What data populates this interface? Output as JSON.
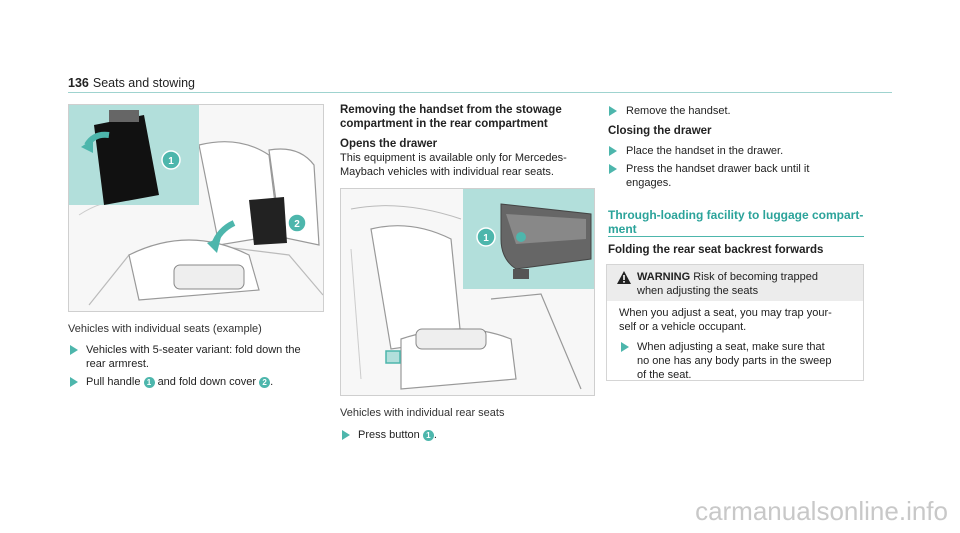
{
  "header": {
    "page": "136",
    "title": "Seats and stowing"
  },
  "col1": {
    "figure_callouts": [
      "1",
      "2"
    ],
    "caption": "Vehicles with individual seats (example)",
    "steps": [
      {
        "l1": "Vehicles with 5-seater variant: fold down the",
        "l2": "rear armrest."
      },
      {
        "pre": "Pull handle",
        "n1": "1",
        "mid": "and fold down cover",
        "n2": "2",
        "post": "."
      }
    ]
  },
  "col2": {
    "heading_l1": "Removing the handset from the stowage",
    "heading_l2": "compartment in the rear compartment",
    "subheading": "Opens the drawer",
    "para_l1": "This equipment is available only for Mercedes-",
    "para_l2": "Maybach vehicles with individual rear seats.",
    "figure_callout": "1",
    "caption": "Vehicles with individual rear seats",
    "step": {
      "pre": "Press button",
      "n": "1",
      "post": "."
    }
  },
  "col3": {
    "step1": "Remove the handset.",
    "subheading": "Closing the drawer",
    "step2": "Place the handset in the drawer.",
    "step3_l1": "Press the handset drawer back until it",
    "step3_l2": "engages.",
    "section_l1": "Through-loading facility to luggage compart-",
    "section_l2": "ment",
    "sub_section": "Folding the rear seat backrest forwards",
    "warning": {
      "label": "WARNING",
      "title_l1": "Risk of becoming trapped",
      "title_l2": "when adjusting the seats",
      "body_l1": "When you adjust a seat, you may trap your-",
      "body_l2": "self or a vehicle occupant.",
      "step_l1": "When adjusting a seat, make sure that",
      "step_l2": "no one has any body parts in the sweep",
      "step_l3": "of the seat."
    }
  },
  "colors": {
    "accent": "#4db6ac",
    "heading_teal": "#2ba39a"
  },
  "footer": "carmanualsonline.info"
}
